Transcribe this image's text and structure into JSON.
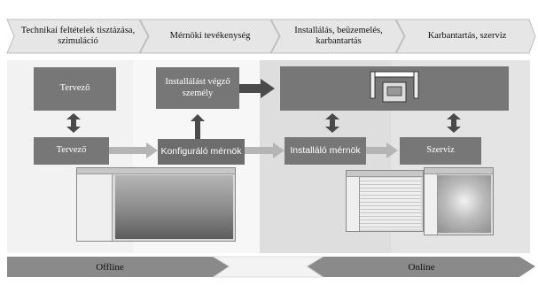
{
  "header": {
    "phases": [
      {
        "label": "Technikai feltételek tisztázása, szimuláció"
      },
      {
        "label": "Mérnöki tevékenység"
      },
      {
        "label": "Installálás, beüzemelés, karbantartás"
      },
      {
        "label": "Karbantartás, szerviz"
      }
    ]
  },
  "diagram": {
    "top_row": {
      "designer": "Tervező",
      "installer_person": "Installálást végző személy"
    },
    "bottom_row": {
      "designer": "Tervező",
      "configuring_engineer": "Konfiguráló mérnök",
      "installing_engineer": "Installáló mérnök",
      "service": "Szerviz"
    }
  },
  "footer": {
    "offline": "Offline",
    "online": "Online"
  },
  "colors": {
    "box": "#777777",
    "box_dark": "#6d6d6d",
    "chevron": "#e6e6e6",
    "band_light": "#f2f2f2",
    "band_grey": "#dedede",
    "arrow_dark": "#4a4a4a",
    "arrow_light": "#b5b5b5",
    "footer_chevron": "#8a8a8a"
  }
}
